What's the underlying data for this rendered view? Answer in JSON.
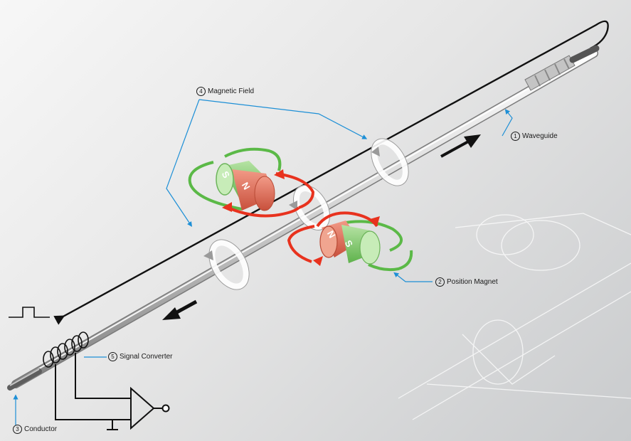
{
  "labels": {
    "waveguide": {
      "num": "1",
      "text": "Waveguide"
    },
    "position_magnet": {
      "num": "2",
      "text": "Position Magnet"
    },
    "conductor": {
      "num": "3",
      "text": "Conductor"
    },
    "magnetic_field": {
      "num": "4",
      "text": "Magnetic Field"
    },
    "signal_converter": {
      "num": "5",
      "text": "Signal Converter"
    }
  },
  "magnets": {
    "upper": {
      "pole_left": "S",
      "pole_right": "N"
    },
    "lower": {
      "pole_left": "N",
      "pole_right": "S"
    }
  },
  "colors": {
    "field_green": "#5bb947",
    "current_red": "#e8321e",
    "leader_blue": "#1d8fd6",
    "wire_black": "#111111"
  }
}
